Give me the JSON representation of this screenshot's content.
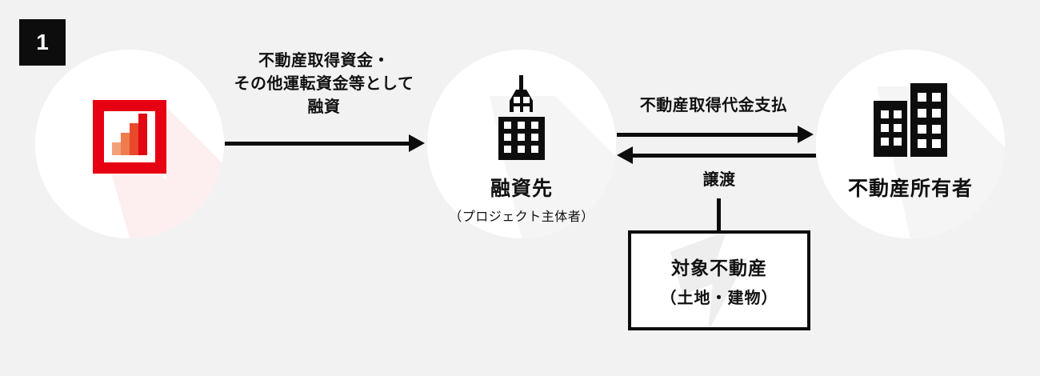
{
  "step": {
    "number": "1"
  },
  "colors": {
    "background": "#f2f2f2",
    "ink": "#0d0d0d",
    "node_fill": "#ffffff",
    "accent_red": "#e60012",
    "bar_1": "#f2a07b",
    "bar_2": "#ef7b4e",
    "bar_3": "#e8492a",
    "bar_4": "#e30613"
  },
  "nodes": {
    "lender": {
      "icon": "bar-chart-icon",
      "title": "",
      "subtitle": ""
    },
    "borrower": {
      "icon": "skyscraper-icon",
      "title": "融資先",
      "subtitle": "（プロジェクト主体者）"
    },
    "owner": {
      "icon": "office-buildings-icon",
      "title": "不動産所有者",
      "subtitle": ""
    }
  },
  "edges": {
    "loan": {
      "label": "不動産取得資金・\nその他運転資金等として\n融資",
      "direction": "right"
    },
    "payment": {
      "label": "不動産取得代金支払",
      "direction": "right"
    },
    "return": {
      "label": "",
      "direction": "left"
    },
    "transfer": {
      "label": "譲渡",
      "direction": "down"
    }
  },
  "asset_box": {
    "title": "対象不動産",
    "subtitle": "（土地・建物）"
  }
}
